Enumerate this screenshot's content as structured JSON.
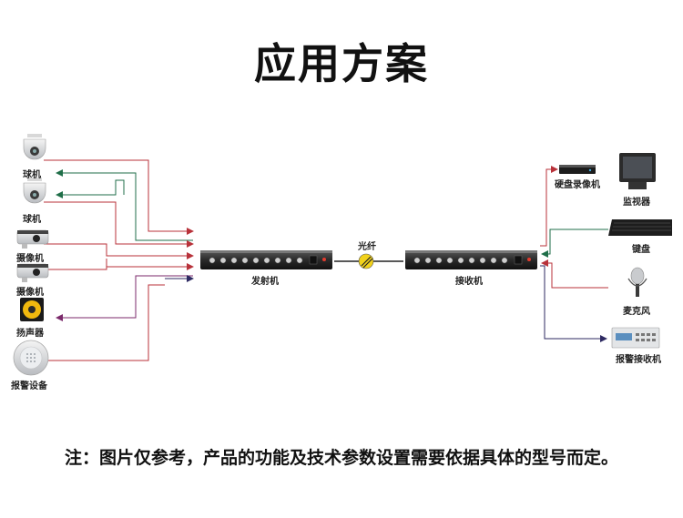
{
  "title": "应用方案",
  "left_devices": {
    "dome_camera_1": "球机",
    "dome_camera_2": "球机",
    "bullet_camera_1": "摄像机",
    "bullet_camera_2": "摄像机",
    "speaker": "扬声器",
    "alarm_device": "报警设备"
  },
  "transmitter": "发射机",
  "fiber": "光纤",
  "receiver": "接收机",
  "right_devices": {
    "dvr": "硬盘录像机",
    "monitor": "监视器",
    "keyboard": "键盘",
    "microphone": "麦克风",
    "alarm_receiver": "报警接收机"
  },
  "colors": {
    "red_line": "#b8323a",
    "green_line": "#1f6e48",
    "purple_line": "#7b2a6b",
    "navy_line": "#2e2a62",
    "fiber_yellow": "#f2d21b"
  },
  "note": "注：图片仅参考，产品的功能及技术参数设置需要依据具体的型号而定。"
}
